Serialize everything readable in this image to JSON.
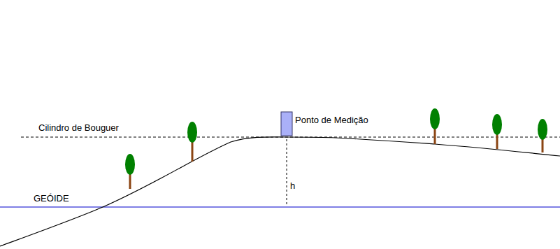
{
  "diagram": {
    "labels": [
      "Cilindro de Bouguer",
      "Ponto de Medição",
      "h",
      "GEÓIDE"
    ]
  }
}
